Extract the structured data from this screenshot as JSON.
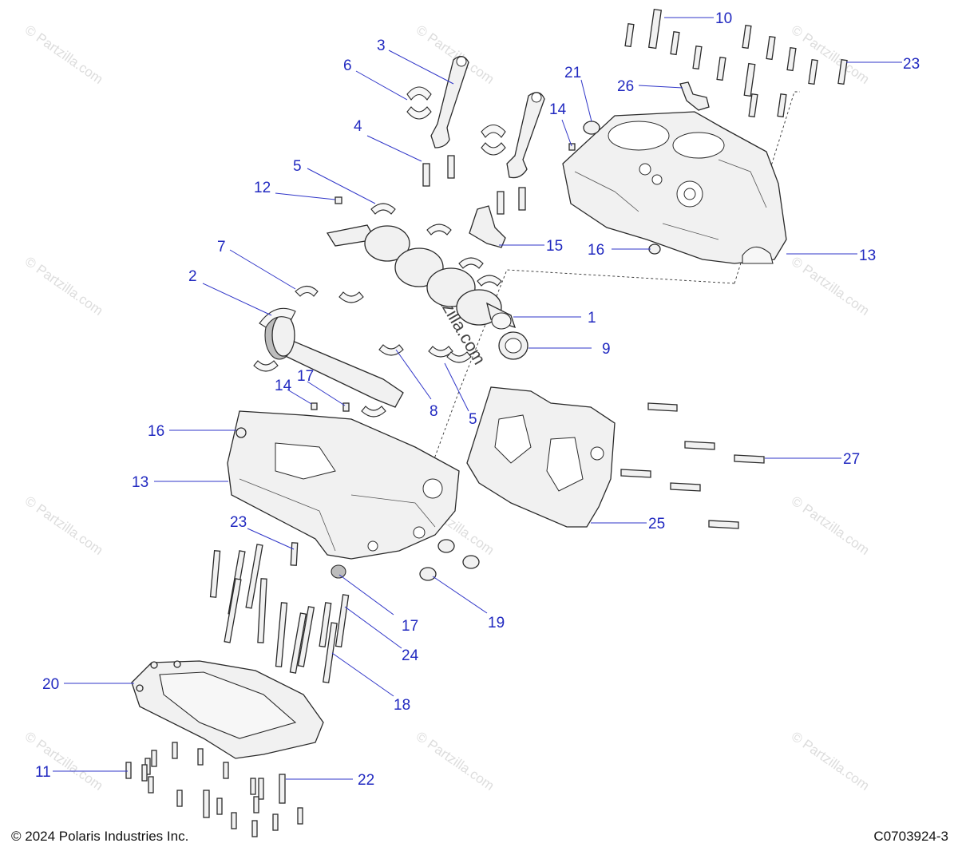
{
  "watermark": "© Partzilla.com",
  "footer": {
    "copyright": "© 2024 Polaris Industries Inc.",
    "figure_code": "C0703924-3"
  },
  "callouts": [
    {
      "id": "c1",
      "label": "1"
    },
    {
      "id": "c2",
      "label": "2"
    },
    {
      "id": "c3",
      "label": "3"
    },
    {
      "id": "c4",
      "label": "4"
    },
    {
      "id": "c5a",
      "label": "5"
    },
    {
      "id": "c5b",
      "label": "5"
    },
    {
      "id": "c6",
      "label": "6"
    },
    {
      "id": "c7",
      "label": "7"
    },
    {
      "id": "c8",
      "label": "8"
    },
    {
      "id": "c9",
      "label": "9"
    },
    {
      "id": "c10",
      "label": "10"
    },
    {
      "id": "c11",
      "label": "11"
    },
    {
      "id": "c12",
      "label": "12"
    },
    {
      "id": "c13a",
      "label": "13"
    },
    {
      "id": "c13b",
      "label": "13"
    },
    {
      "id": "c14a",
      "label": "14"
    },
    {
      "id": "c14b",
      "label": "14"
    },
    {
      "id": "c15",
      "label": "15"
    },
    {
      "id": "c16a",
      "label": "16"
    },
    {
      "id": "c16b",
      "label": "16"
    },
    {
      "id": "c17a",
      "label": "17"
    },
    {
      "id": "c17b",
      "label": "17"
    },
    {
      "id": "c18",
      "label": "18"
    },
    {
      "id": "c19",
      "label": "19"
    },
    {
      "id": "c20",
      "label": "20"
    },
    {
      "id": "c21",
      "label": "21"
    },
    {
      "id": "c22",
      "label": "22"
    },
    {
      "id": "c23a",
      "label": "23"
    },
    {
      "id": "c23b",
      "label": "23"
    },
    {
      "id": "c24",
      "label": "24"
    },
    {
      "id": "c25",
      "label": "25"
    },
    {
      "id": "c26",
      "label": "26"
    },
    {
      "id": "c27",
      "label": "27"
    }
  ]
}
